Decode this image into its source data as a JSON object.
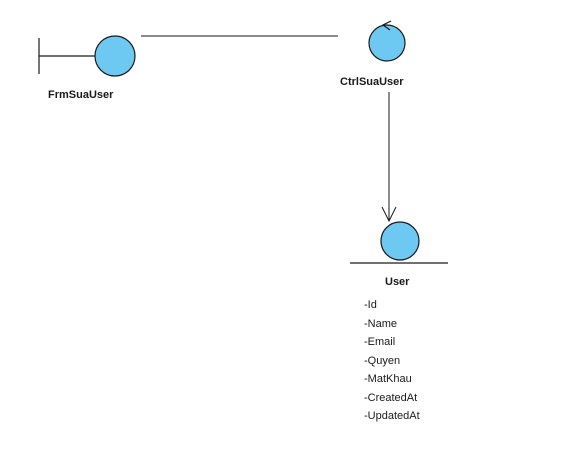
{
  "colors": {
    "node_fill": "#6ec9f2",
    "stroke": "#1a1a1a"
  },
  "nodes": {
    "boundary": {
      "name": "FrmSuaUser",
      "icon": "boundary-icon"
    },
    "control": {
      "name": "CtrlSuaUser",
      "icon": "control-icon"
    },
    "entity": {
      "name": "User",
      "icon": "entity-icon",
      "attributes": [
        "-Id",
        "-Name",
        "-Email",
        "-Quyen",
        "-MatKhau",
        "-CreatedAt",
        "-UpdatedAt"
      ]
    }
  }
}
